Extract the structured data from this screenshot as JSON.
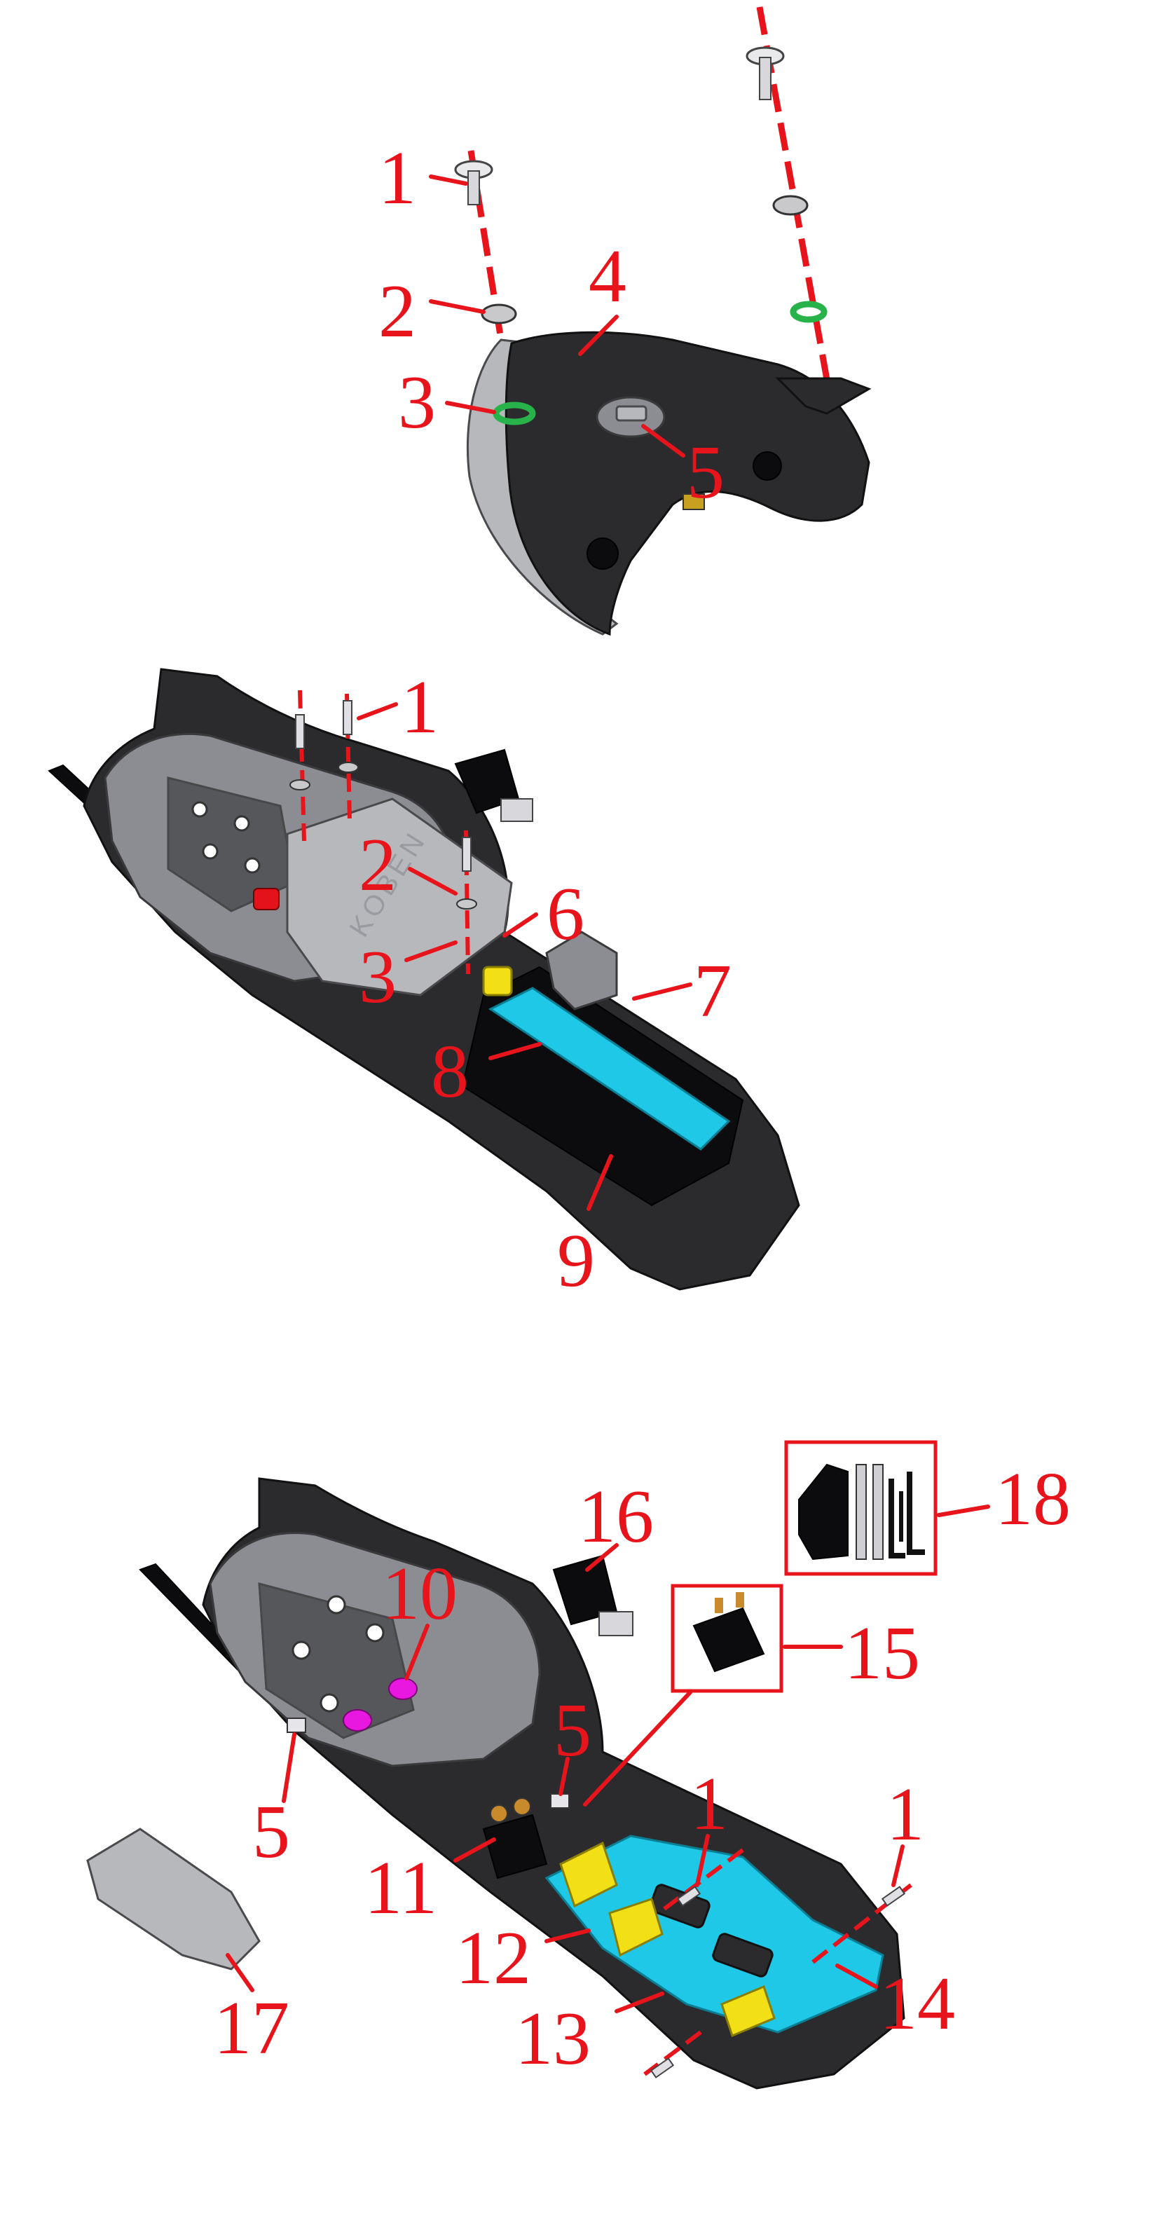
{
  "callouts": {
    "top": [
      "1",
      "2",
      "3",
      "4",
      "5"
    ],
    "middle": [
      "1",
      "2",
      "3",
      "6",
      "7",
      "8",
      "9"
    ],
    "bottom": [
      "10",
      "5",
      "5",
      "11",
      "12",
      "13",
      "14",
      "15",
      "16",
      "17",
      "18",
      "1",
      "1"
    ]
  },
  "colors": {
    "callout": "#e8141c",
    "cyan_part": "#1ec8e6",
    "yellow_part": "#f2df16",
    "magenta_part": "#e818e0",
    "green_part": "#27b34a",
    "red_part": "#e3121b"
  },
  "embossed_text": "KOBEN"
}
